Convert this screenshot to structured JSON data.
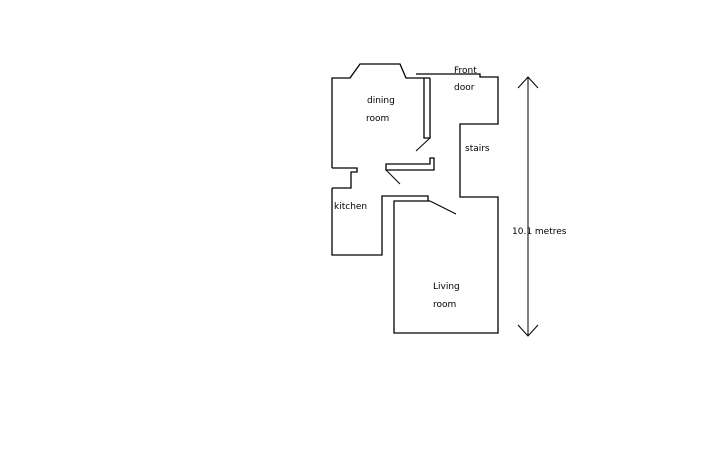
{
  "rooms": {
    "dining": {
      "line1": "dining",
      "line2": "room"
    },
    "kitchen": {
      "label": "kitchen"
    },
    "living": {
      "line1": "Living",
      "line2": "room"
    },
    "front_door": {
      "line1": "Front",
      "line2": "door"
    },
    "stairs": {
      "label": "stairs"
    }
  },
  "dimension": {
    "label": "10.1 metres"
  },
  "colors": {
    "ink": "#000000",
    "background": "#ffffff"
  }
}
